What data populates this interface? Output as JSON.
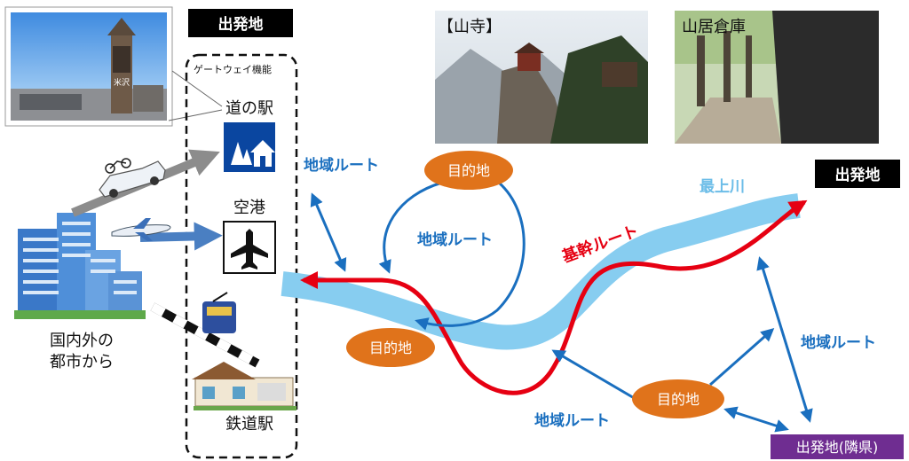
{
  "labels": {
    "start_left": "出発地",
    "start_right": "出発地",
    "start_neighbor": "出発地(隣県)",
    "gateway": "ゲートウェイ機能",
    "roadside_station": "道の駅",
    "airport": "空港",
    "rail_station": "鉄道駅",
    "cities_line1": "国内外の",
    "cities_line2": "都市から",
    "yamadera": "【山寺】",
    "sankyo_soko": "山居倉庫",
    "mogami_river": "最上川",
    "trunk_route": "基幹ルート",
    "regional_route_1": "地域ルート",
    "regional_route_2": "地域ルート",
    "regional_route_3": "地域ルート",
    "regional_route_4": "地域ルート",
    "destination_1": "目的地",
    "destination_2": "目的地",
    "destination_3": "目的地",
    "station_sign": "米沢"
  },
  "colors": {
    "river": "#87cdf0",
    "trunk": "#e60012",
    "regional": "#1a6fbf",
    "destination": "#e0731b",
    "neighbor_box": "#6f2d91",
    "label_box": "#000000",
    "gray_arrow": "#8c8c8c",
    "blue_arrow": "#4a7fc2"
  },
  "icons": {
    "roadside_station": "roadside-station-sign-icon",
    "airport": "airplane-sign-icon",
    "car": "car-with-bicycle-icon",
    "plane": "airplane-icon",
    "train": "train-crossing-icon",
    "station_building": "station-building-icon",
    "buildings": "city-buildings-icon"
  }
}
